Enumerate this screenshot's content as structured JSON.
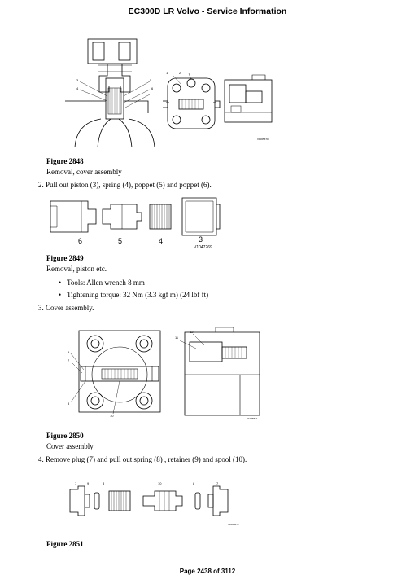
{
  "header": {
    "title": "EC300D LR Volvo - Service Information"
  },
  "figures": [
    {
      "caption": "Figure 2848",
      "description": "Removal, cover assembly",
      "callouts": [
        "1",
        "2",
        "3",
        "4",
        "5",
        "6"
      ],
      "code": "V1065670"
    },
    {
      "caption": "Figure 2849",
      "description": "Removal, piston etc.",
      "callouts": [
        "6",
        "5",
        "4",
        "3"
      ],
      "code": "V1047269"
    },
    {
      "caption": "Figure 2850",
      "description": "Cover assembly",
      "callouts": [
        "7",
        "8",
        "9",
        "10",
        "11",
        "12"
      ],
      "code": "V1065671"
    },
    {
      "caption": "Figure 2851",
      "callouts": [
        "7",
        "9",
        "8",
        "10",
        "8",
        "7"
      ],
      "code": "V1065672"
    }
  ],
  "steps": [
    "2. Pull out piston (3), spring (4), poppet (5) and poppet (6).",
    "3. Cover assembly.",
    "4. Remove plug (7) and pull out spring (8) , retainer (9) and spool (10)."
  ],
  "bullets": [
    "Tools: Allen wrench 8 mm",
    "Tightening torque: 32 Nm (3.3 kgf m) (24 lbf ft)"
  ],
  "footer": {
    "page": "Page 2438 of 3112"
  }
}
